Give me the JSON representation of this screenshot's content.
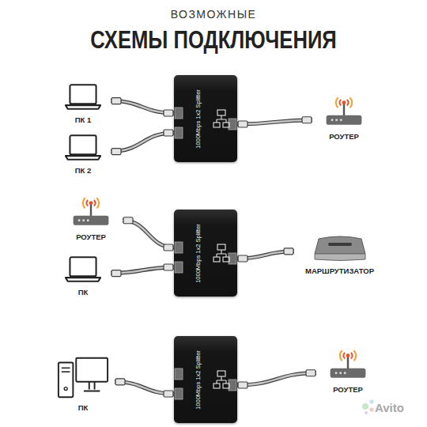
{
  "diagram": {
    "title": "СХЕМЫ ПОДКЛЮЧЕНИЯ",
    "nodes": [
      {
        "text": [
          "ПК 1"
        ]
      },
      {
        "text": [
          "1000Mbps 1x2 Splitter"
        ]
      },
      {
        "text": [
          "РОУТЕР"
        ]
      },
      {
        "text": [
          "ПК 2"
        ]
      },
      {
        "text": [
          "РОУТЕР"
        ]
      },
      {
        "text": [
          "1000Mbps 1x2 Splitter"
        ]
      },
      {
        "text": [
          "МАРШРУТИЗАТОР"
        ]
      },
      {
        "text": [
          "ПК"
        ]
      },
      {
        "text": [
          "ПК"
        ]
      },
      {
        "text": [
          "1000Mbps 1x2 Splitter"
        ]
      },
      {
        "text": [
          "РОУТЕР"
        ]
      }
    ],
    "edges": [
      {
        "from": 0,
        "to": 1,
        "arrow": "none"
      },
      {
        "from": 3,
        "to": 1,
        "arrow": "none"
      },
      {
        "from": 1,
        "to": 2,
        "arrow": "none"
      },
      {
        "from": 4,
        "to": 5,
        "arrow": "none"
      },
      {
        "from": 7,
        "to": 5,
        "arrow": "none"
      },
      {
        "from": 5,
        "to": 6,
        "arrow": "none"
      },
      {
        "from": 8,
        "to": 9,
        "arrow": "none"
      },
      {
        "from": 9,
        "to": 10,
        "arrow": "none"
      }
    ],
    "labels": [
      "ВОЗМОЖНЫЕ",
      "Avito"
    ]
  }
}
